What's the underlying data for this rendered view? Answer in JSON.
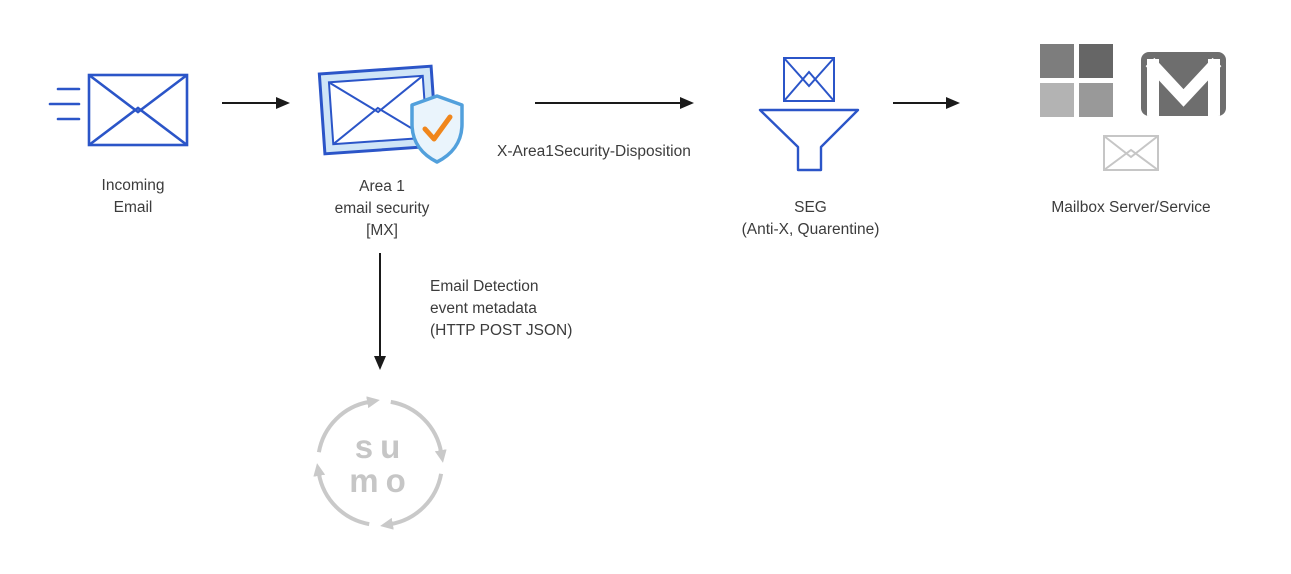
{
  "colors": {
    "primary_blue": "#2b55c8",
    "light_blue_fill": "#cfe5f7",
    "shield_blue": "#52a0dc",
    "check_orange": "#f0861c",
    "arrow_black": "#1a1a1a",
    "logo_gray": "#c9c9c9",
    "text": "#3c3c3c"
  },
  "nodes": {
    "incoming_email": {
      "label": "Incoming\nEmail"
    },
    "area1": {
      "label": "Area 1\nemail security\n[MX]"
    },
    "seg": {
      "label": "SEG\n(Anti-X, Quarentine)"
    },
    "mailbox": {
      "label": "Mailbox Server/Service"
    },
    "sumo": {
      "line1": "su",
      "line2": "mo"
    }
  },
  "edges": {
    "area1_to_seg": {
      "label": "X-Area1Security-Disposition"
    },
    "area1_to_sumo": {
      "label": "Email Detection\nevent metadata\n(HTTP POST JSON)"
    }
  },
  "icons": {
    "incoming_email": "envelope-outline-icon",
    "area1": "envelope-with-shield-check-icon",
    "seg": "envelope-into-funnel-icon",
    "mailbox": [
      "microsoft-squares-logo",
      "gmail-envelope-logo",
      "small-envelope-icon"
    ],
    "sumo": "circular-arrows-logo"
  }
}
